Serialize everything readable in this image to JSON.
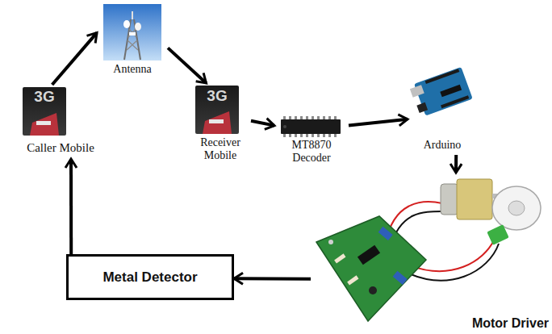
{
  "diagram": {
    "nodes": [
      {
        "text": [
          "3G",
          "Caller Mobile"
        ]
      },
      {
        "text": [
          "Antenna"
        ]
      },
      {
        "text": [
          "3G",
          "Receiver Mobile"
        ]
      },
      {
        "text": [
          "MT8870 Decoder"
        ]
      },
      {
        "text": [
          "Arduino"
        ]
      },
      {
        "text": [
          "Motor Driver"
        ]
      },
      {
        "text": [
          "Metal Detector"
        ]
      }
    ],
    "edges": [
      {
        "from": 0,
        "to": 1,
        "arrow": "to"
      },
      {
        "from": 1,
        "to": 2,
        "arrow": "to"
      },
      {
        "from": 2,
        "to": 3,
        "arrow": "to"
      },
      {
        "from": 3,
        "to": 4,
        "arrow": "to"
      },
      {
        "from": 4,
        "to": 5,
        "arrow": "to"
      },
      {
        "from": 5,
        "to": 6,
        "arrow": "to"
      },
      {
        "from": 6,
        "to": 0,
        "arrow": "to"
      }
    ]
  }
}
